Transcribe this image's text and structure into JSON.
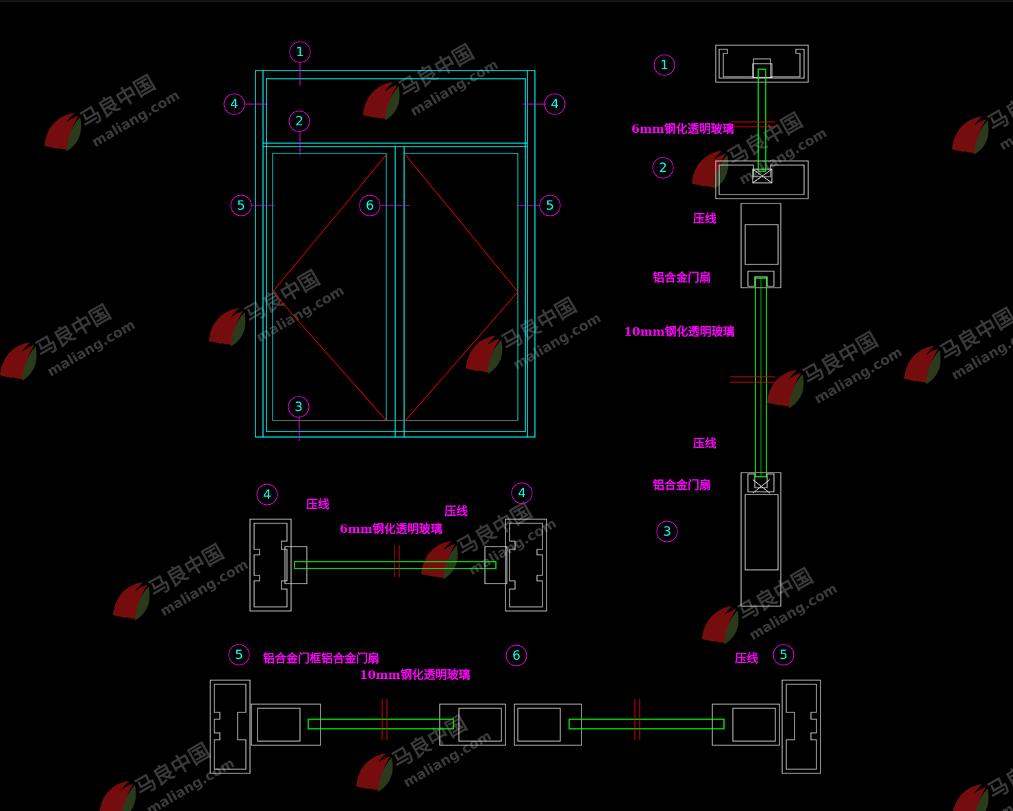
{
  "colors": {
    "background": "#000000",
    "frame": "#00ffff",
    "tag": "#00ffff",
    "tag_circle": "#ff00ff",
    "label": "#ff00ff",
    "glass": "#00ff00",
    "profile": "#dcdcdc",
    "open_direction": "#ff0000",
    "watermark": "#3a3a3a"
  },
  "elevation": {
    "tags": [
      "1",
      "2",
      "3",
      "4",
      "4",
      "5",
      "6",
      "5"
    ]
  },
  "section_vertical": {
    "tags": [
      "1",
      "2",
      "3"
    ],
    "labels": [
      "6mm钢化透明玻璃",
      "压线",
      "铝合金门扇",
      "10mm钢化透明玻璃",
      "压线",
      "铝合金门扇"
    ]
  },
  "section_top": {
    "tags": [
      "4",
      "4"
    ],
    "labels": [
      "压线",
      "压线",
      "6mm钢化透明玻璃"
    ]
  },
  "section_bottom": {
    "tags": [
      "5",
      "6",
      "5"
    ],
    "labels": [
      "铝合金门框铝合金门扇",
      "10mm钢化透明玻璃",
      "压线"
    ]
  },
  "watermark": {
    "cn": "马良中国",
    "url": "maliang.com"
  }
}
